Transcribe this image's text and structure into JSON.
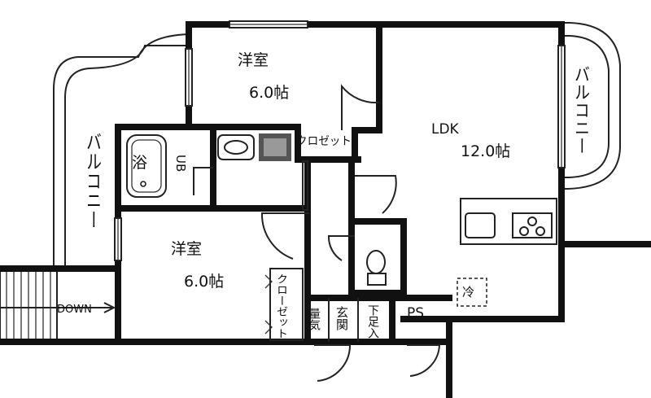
{
  "rooms": {
    "western_top": {
      "name": "洋室",
      "size": "6.0帖"
    },
    "ldk": {
      "name": "LDK",
      "size": "12.0帖"
    },
    "western_bottom": {
      "name": "洋室",
      "size": "6.0帖"
    },
    "unit_bath": {
      "bath_char": "浴",
      "ub": "UB"
    },
    "closet_top": "クロゼット",
    "closet_left": "クローゼット",
    "entrance": "玄関",
    "shoe_box": "下足入",
    "ps": "PS",
    "fridge": "冷",
    "balcony_left": "バルコニー",
    "balcony_right": "バルコニー",
    "meter_box": "量気",
    "stair_label": "DOWN"
  }
}
